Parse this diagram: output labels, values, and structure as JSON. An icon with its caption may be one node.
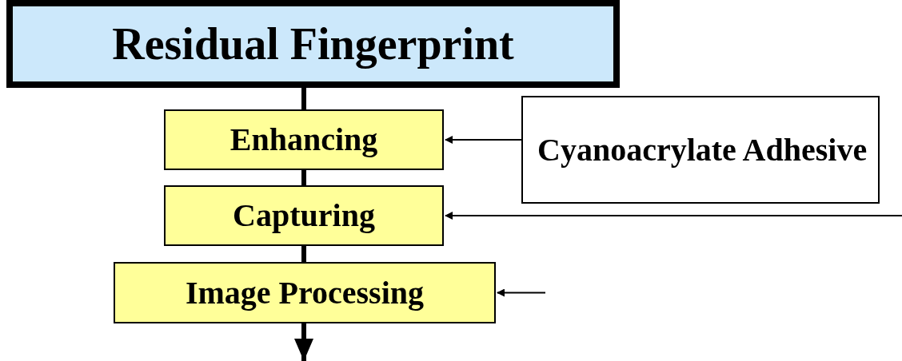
{
  "diagram": {
    "nodes": [
      {
        "text": [
          "Residual Fingerprint"
        ]
      },
      {
        "text": [
          "Enhancing"
        ]
      },
      {
        "text": [
          "Capturing"
        ]
      },
      {
        "text": [
          "Image Processing"
        ]
      },
      {
        "text": [
          "Cyanoacrylate Adhesive"
        ]
      }
    ],
    "edges": [
      {
        "from": 0,
        "to": 1,
        "arrow": "none"
      },
      {
        "from": 1,
        "to": 2,
        "arrow": "none"
      },
      {
        "from": 2,
        "to": 3,
        "arrow": "none"
      },
      {
        "from": 3,
        "to": null,
        "arrow": "to"
      },
      {
        "from": 4,
        "to": 1,
        "arrow": "to"
      },
      {
        "from": null,
        "to": 2,
        "arrow": "to"
      },
      {
        "from": null,
        "to": 3,
        "arrow": "to"
      }
    ]
  }
}
